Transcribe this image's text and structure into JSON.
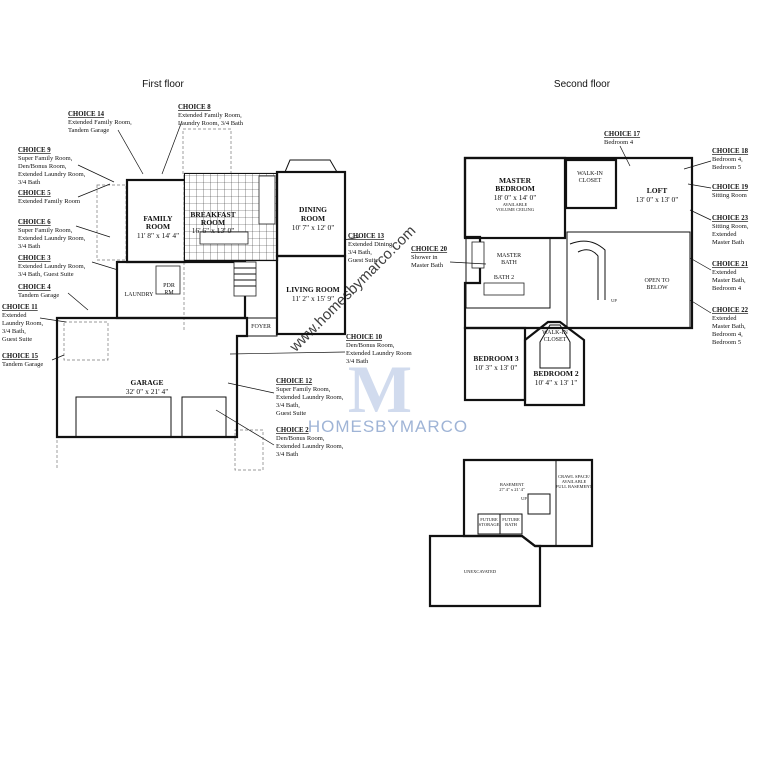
{
  "titles": {
    "first_floor": "First floor",
    "second_floor": "Second floor"
  },
  "first_floor_rooms": {
    "family": {
      "name": "FAMILY ROOM",
      "line1": "FAMILY",
      "line2": "ROOM",
      "dim": "11' 8\" x 14' 4\""
    },
    "breakfast": {
      "line1": "BREAKFAST",
      "line2": "ROOM",
      "dim": "16' 6\" x 13' 0\""
    },
    "dining": {
      "line1": "DINING",
      "line2": "ROOM",
      "dim": "10' 7\" x 12' 0\""
    },
    "living": {
      "name": "LIVING ROOM",
      "dim": "11' 2\" x 15' 9\""
    },
    "laundry": "LAUNDRY",
    "pwdr": {
      "line1": "PDR",
      "line2": "RM"
    },
    "foyer": "FOYER",
    "garage": {
      "name": "GARAGE",
      "dim": "32' 0\" x 21' 4\""
    }
  },
  "second_floor_rooms": {
    "master": {
      "line1": "MASTER",
      "line2": "BEDROOM",
      "dim": "18' 0\" x 14' 0\"",
      "note1": "AVAILABLE",
      "note2": "VOLUME CEILING"
    },
    "walkin1": {
      "line1": "WALK-IN",
      "line2": "CLOSET"
    },
    "loft": {
      "name": "LOFT",
      "dim": "13' 0\" x 13' 0\""
    },
    "master_bath": {
      "line1": "MASTER",
      "line2": "BATH"
    },
    "bath2": "BATH 2",
    "open_below": {
      "line1": "OPEN TO",
      "line2": "BELOW"
    },
    "up": "UP",
    "bedroom3": {
      "name": "BEDROOM 3",
      "dim": "10' 3\" x 13' 0\""
    },
    "walkin2": {
      "line1": "WALK-IN",
      "line2": "CLOSET"
    },
    "bedroom2": {
      "name": "BEDROOM 2",
      "dim": "10' 4\" x 13' 1\""
    }
  },
  "basement_rooms": {
    "basement": {
      "name": "BASEMENT",
      "dim": "27' 4\" x 21' 4\""
    },
    "crawl": {
      "line1": "CRAWL SPACE/",
      "line2": "AVAILABLE",
      "line3": "FULL BASEMENT"
    },
    "future_storage": {
      "line1": "FUTURE",
      "line2": "STORAGE"
    },
    "future_bath": {
      "line1": "FUTURE",
      "line2": "BATH"
    },
    "up": "UP",
    "unexcavated": "UNEXCAVATED"
  },
  "choices_first_floor": [
    {
      "id": "c14",
      "heading": "CHOICE 14",
      "lines": [
        "Extended Family Room,",
        "Tandem Garage"
      ]
    },
    {
      "id": "c8",
      "heading": "CHOICE 8",
      "lines": [
        "Extended Family Room,",
        "Laundry Room, 3/4 Bath"
      ]
    },
    {
      "id": "c9",
      "heading": "CHOICE 9",
      "lines": [
        "Super Family Room,",
        "Den/Bonus Room,",
        "Extended Laundry Room,",
        "3/4 Bath"
      ]
    },
    {
      "id": "c5",
      "heading": "CHOICE 5",
      "lines": [
        "Extended Family Room"
      ]
    },
    {
      "id": "c6",
      "heading": "CHOICE 6",
      "lines": [
        "Super Family Room,",
        "Extended Laundry Room,",
        "3/4 Bath"
      ]
    },
    {
      "id": "c3",
      "heading": "CHOICE 3",
      "lines": [
        "Extended Laundry Room,",
        "3/4 Bath, Guest Suite"
      ]
    },
    {
      "id": "c4",
      "heading": "CHOICE 4",
      "lines": [
        "Tandem Garage"
      ]
    },
    {
      "id": "c11",
      "heading": "CHOICE 11",
      "lines": [
        "Extended",
        "Laundry Room,",
        "3/4 Bath,",
        "Guest Suite"
      ]
    },
    {
      "id": "c15",
      "heading": "CHOICE 15",
      "lines": [
        "Tandem Garage"
      ]
    },
    {
      "id": "c13",
      "heading": "CHOICE 13",
      "lines": [
        "Extended Dining,",
        "3/4 Bath,",
        "Guest Suite"
      ]
    },
    {
      "id": "c10",
      "heading": "CHOICE 10",
      "lines": [
        "Den/Bonus Room,",
        "Extended Laundry Room",
        "3/4 Bath"
      ]
    },
    {
      "id": "c12",
      "heading": "CHOICE 12",
      "lines": [
        "Super Family Room,",
        "Extended Laundry Room,",
        "3/4 Bath,",
        "Guest Suite"
      ]
    },
    {
      "id": "c2",
      "heading": "CHOICE 2",
      "lines": [
        "Den/Bonus Room,",
        "Extended Laundry Room,",
        "3/4 Bath"
      ]
    }
  ],
  "choices_second_floor": [
    {
      "id": "c17",
      "heading": "CHOICE 17",
      "lines": [
        "Bedroom 4"
      ]
    },
    {
      "id": "c18",
      "heading": "CHOICE 18",
      "lines": [
        "Bedroom 4,",
        "Bedroom 5"
      ]
    },
    {
      "id": "c19",
      "heading": "CHOICE 19",
      "lines": [
        "Sitting Room"
      ]
    },
    {
      "id": "c20",
      "heading": "CHOICE 20",
      "lines": [
        "Shower in",
        "Master Bath"
      ]
    },
    {
      "id": "c23",
      "heading": "CHOICE 23",
      "lines": [
        "Sitting Room,",
        "Extended",
        "Master Bath"
      ]
    },
    {
      "id": "c21",
      "heading": "CHOICE 21",
      "lines": [
        "Extended",
        "Master Bath,",
        "Bedroom 4"
      ]
    },
    {
      "id": "c22",
      "heading": "CHOICE 22",
      "lines": [
        "Extended",
        "Master Bath,",
        "Bedroom 4,",
        "Bedroom 5"
      ]
    }
  ],
  "watermark": {
    "url": "www.homesbymarco.com",
    "brand": "HOMESBYMARCO",
    "logo_letter": "M"
  },
  "colors": {
    "line": "#111111",
    "watermark_blue": "#9fb4d6"
  }
}
